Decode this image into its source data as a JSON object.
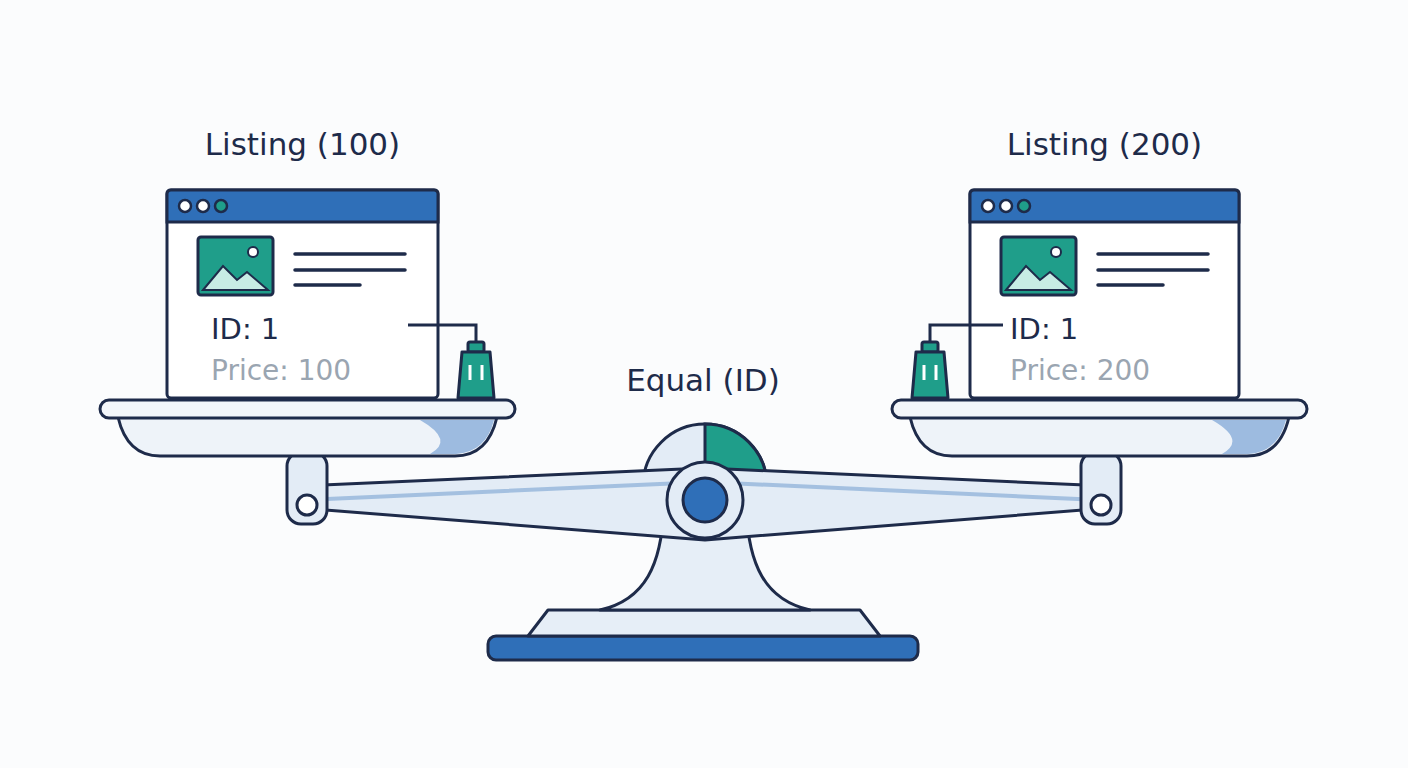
{
  "diagram": {
    "nodes": [
      {
        "text": [
          "Listing (100)",
          "ID: 1",
          "Price: 100"
        ]
      },
      {
        "text": [
          "Listing (200)",
          "ID: 1",
          "Price: 200"
        ]
      }
    ],
    "labels": [
      "Equal (ID)"
    ]
  }
}
